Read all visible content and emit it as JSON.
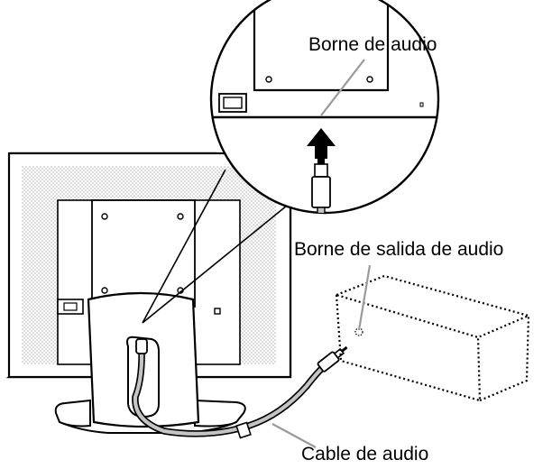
{
  "labels": {
    "audio_terminal": "Borne de audio",
    "audio_output_terminal": "Borne de salida de audio",
    "audio_cable": "Cable de audio"
  },
  "colors": {
    "line": "#000000",
    "background": "#ffffff",
    "dot_pattern": "#9a9a9a",
    "cable": "#b8b8b8"
  }
}
